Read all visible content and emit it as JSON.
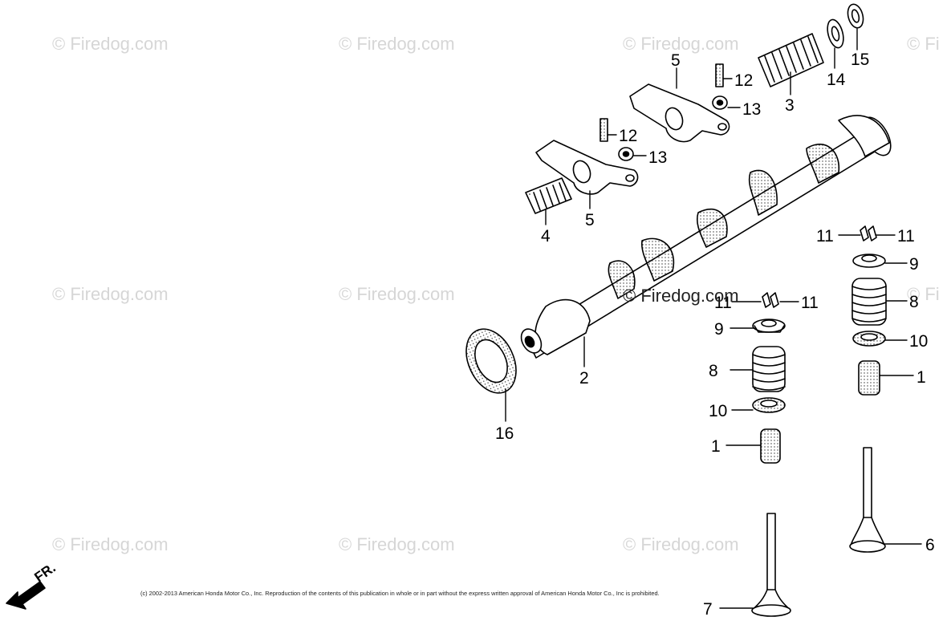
{
  "watermark": "© Firedog.com",
  "watermark_short": "© Fi",
  "copyright": "(c) 2002-2013 American Honda Motor Co., Inc. Reproduction of the contents of this publication in whole or in part without the express written approval of American Honda Motor Co., Inc is prohibited.",
  "front_label": "FR.",
  "callouts": {
    "c1a": "1",
    "c1b": "1",
    "c2": "2",
    "c3": "3",
    "c4": "4",
    "c5a": "5",
    "c5b": "5",
    "c6": "6",
    "c7": "7",
    "c8a": "8",
    "c8b": "8",
    "c9a": "9",
    "c9b": "9",
    "c10a": "10",
    "c10b": "10",
    "c11a": "11",
    "c11b": "11",
    "c11c": "11",
    "c11d": "11",
    "c12a": "12",
    "c12b": "12",
    "c13a": "13",
    "c13b": "13",
    "c14": "14",
    "c15": "15",
    "c16": "16"
  }
}
